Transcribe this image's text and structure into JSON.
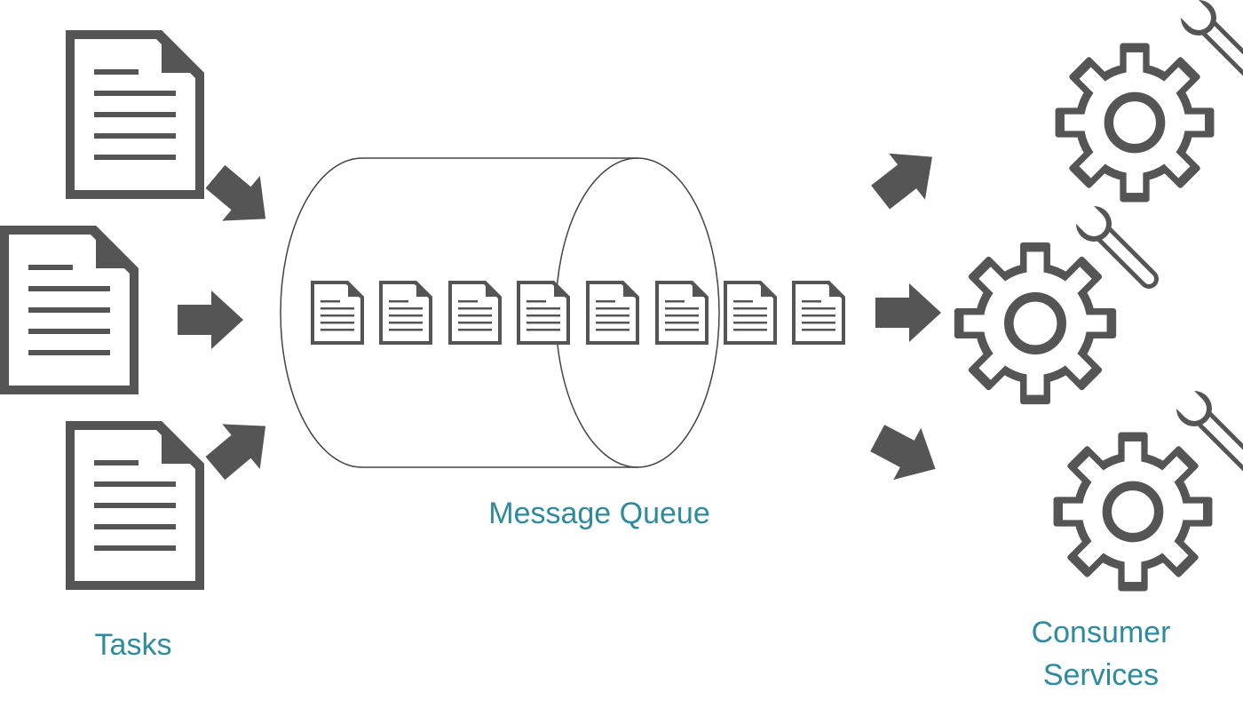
{
  "colors": {
    "icon": "#555555",
    "outline": "#444444",
    "caption": "#2e8b9e",
    "background": "#ffffff"
  },
  "captions": {
    "tasks": "Tasks",
    "queue": "Message Queue",
    "consumers_line1": "Consumer",
    "consumers_line2": "Services"
  },
  "icons": {
    "task": "document-icon",
    "queued_message": "document-icon",
    "arrow": "arrow-icon",
    "consumer": "gear-icon",
    "tool": "wrench-icon"
  },
  "counts": {
    "tasks": 3,
    "queued_messages": 8,
    "consumers": 3
  }
}
